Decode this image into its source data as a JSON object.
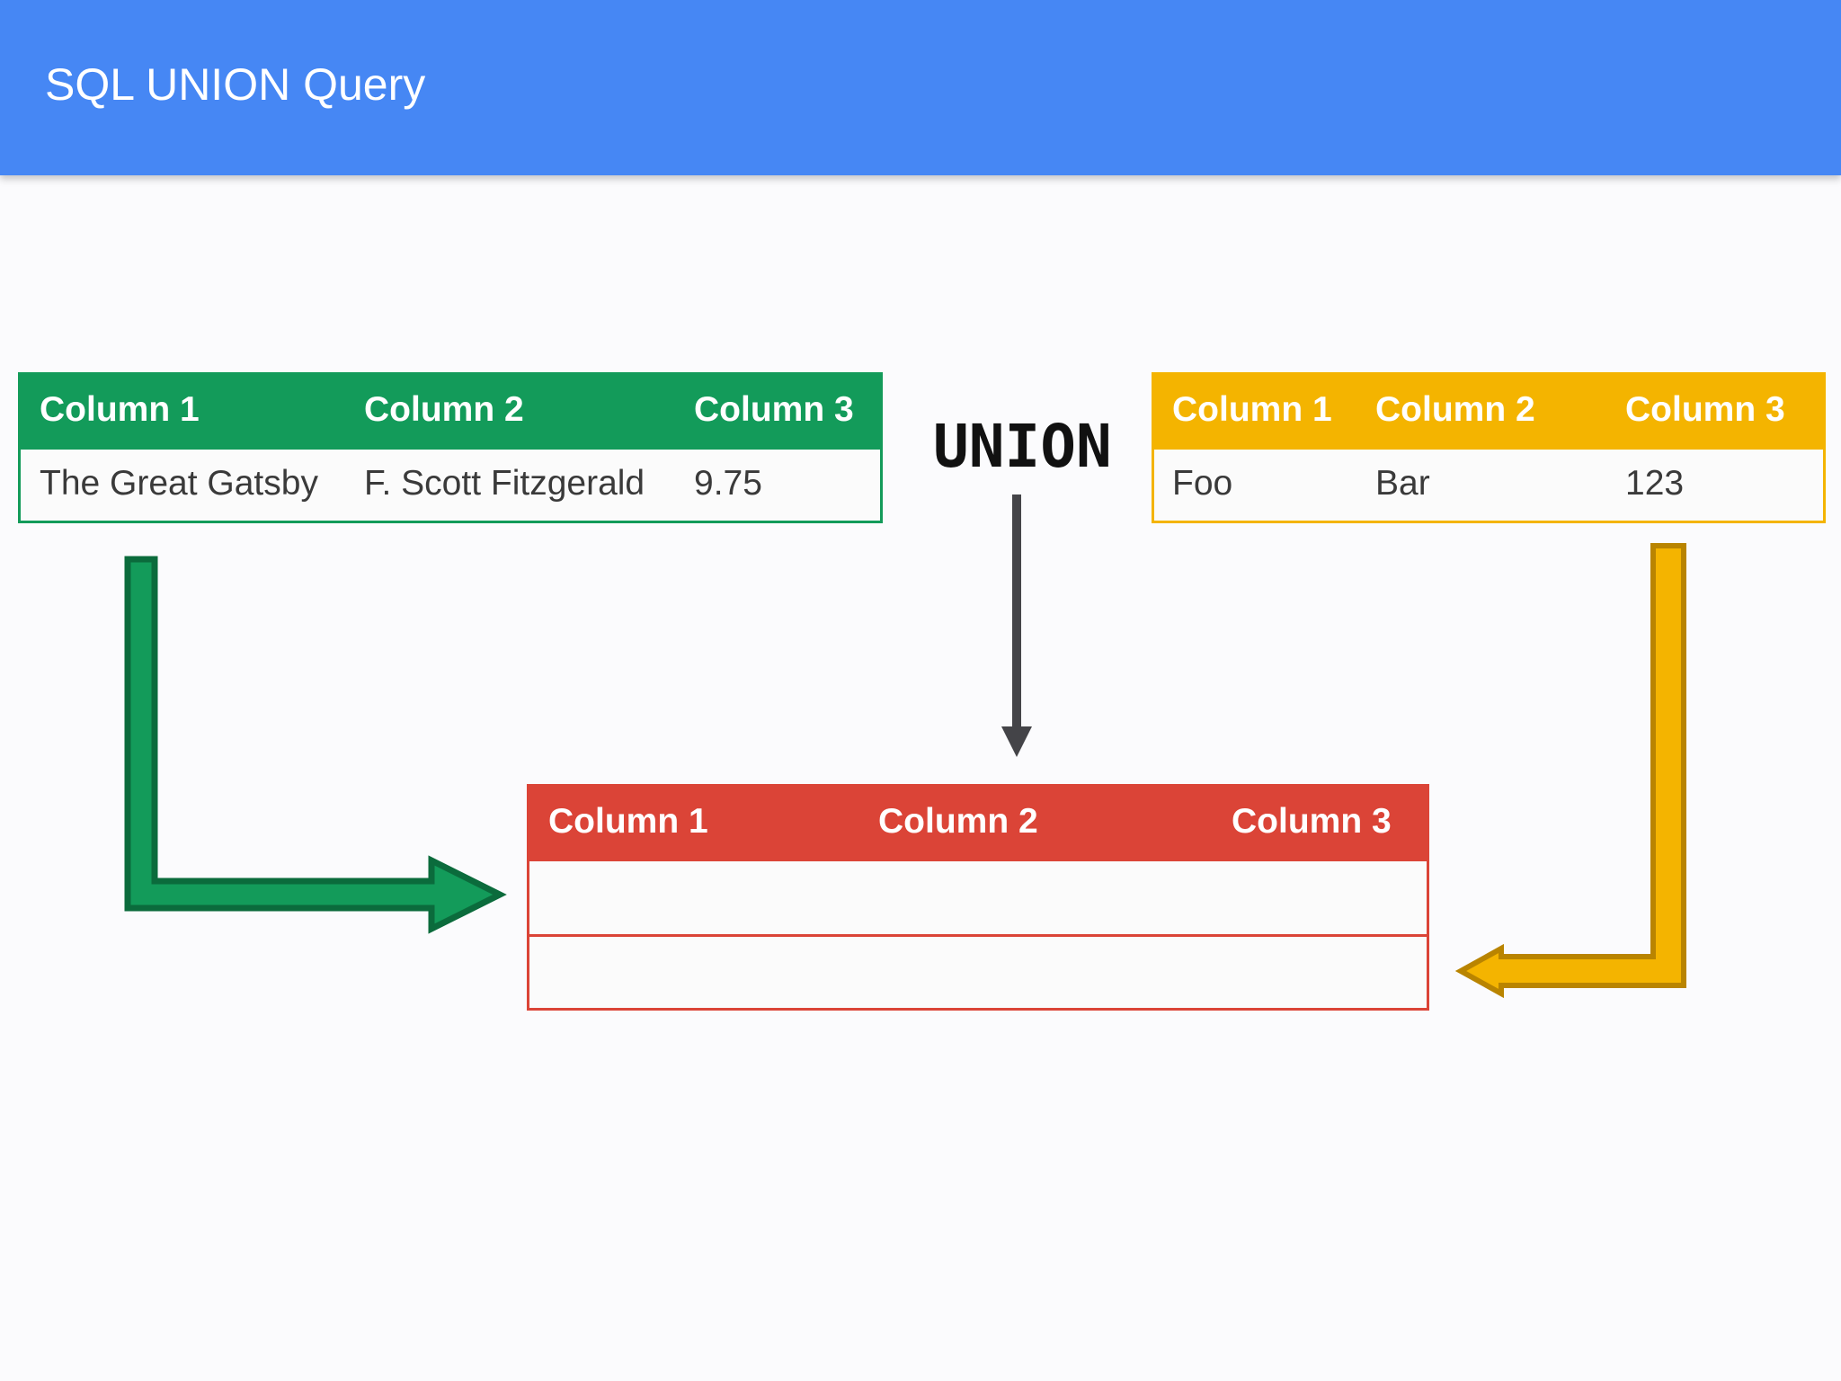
{
  "header": {
    "title": "SQL UNION Query"
  },
  "colors": {
    "header_bg": "#4687f4",
    "green": "#139b5a",
    "green_dark": "#0b6b3c",
    "yellow": "#f4b400",
    "yellow_dark": "#b98400",
    "red": "#db4437",
    "arrow_gray": "#444448"
  },
  "union_label": "UNION",
  "table_left": {
    "columns": [
      "Column 1",
      "Column 2",
      "Column 3"
    ],
    "rows": [
      [
        "The Great Gatsby",
        "F. Scott Fitzgerald",
        "9.75"
      ]
    ]
  },
  "table_right": {
    "columns": [
      "Column 1",
      "Column 2",
      "Column 3"
    ],
    "rows": [
      [
        "Foo",
        "Bar",
        "123"
      ]
    ]
  },
  "table_result": {
    "columns": [
      "Column 1",
      "Column 2",
      "Column 3"
    ],
    "rows": [
      [
        "",
        "",
        ""
      ],
      [
        "",
        "",
        ""
      ]
    ]
  },
  "icons": {
    "left_arrow": "arrow-right-icon",
    "right_arrow": "arrow-left-icon",
    "union_arrow": "arrow-down-icon"
  }
}
